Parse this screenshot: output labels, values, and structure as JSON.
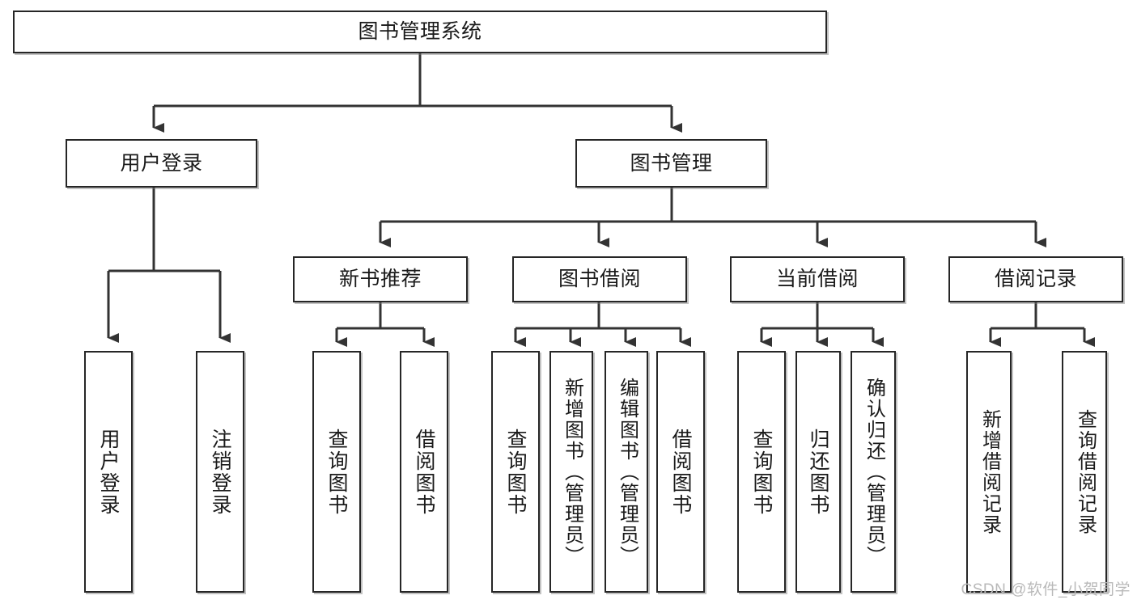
{
  "diagram": {
    "title": "图书管理系统",
    "type": "hierarchy-tree",
    "watermark": "CSDN @软件_小贺同学",
    "colors": {
      "box_border": "#262626",
      "box_fill": "#ffffff",
      "connector": "#333333",
      "text": "#1a1a1a",
      "watermark": "#b9b9b9",
      "background": "#ffffff"
    },
    "levels": {
      "root": {
        "label": "图书管理系统"
      },
      "level2": [
        {
          "label": "用户登录"
        },
        {
          "label": "图书管理"
        }
      ],
      "level3": [
        {
          "label": "新书推荐"
        },
        {
          "label": "图书借阅"
        },
        {
          "label": "当前借阅"
        },
        {
          "label": "借阅记录"
        }
      ],
      "leaves": [
        {
          "label": "用户登录",
          "parent": "用户登录"
        },
        {
          "label": "注销登录",
          "parent": "用户登录"
        },
        {
          "label": "查询图书",
          "parent": "新书推荐"
        },
        {
          "label": "借阅图书",
          "parent": "新书推荐"
        },
        {
          "label": "查询图书",
          "parent": "图书借阅"
        },
        {
          "label": "新增图书（管理员）",
          "parent": "图书借阅"
        },
        {
          "label": "编辑图书（管理员）",
          "parent": "图书借阅"
        },
        {
          "label": "借阅图书",
          "parent": "图书借阅"
        },
        {
          "label": "查询图书",
          "parent": "当前借阅"
        },
        {
          "label": "归还图书",
          "parent": "当前借阅"
        },
        {
          "label": "确认归还（管理员）",
          "parent": "当前借阅"
        },
        {
          "label": "新增借阅记录",
          "parent": "借阅记录"
        },
        {
          "label": "查询借阅记录",
          "parent": "借阅记录"
        }
      ]
    }
  }
}
